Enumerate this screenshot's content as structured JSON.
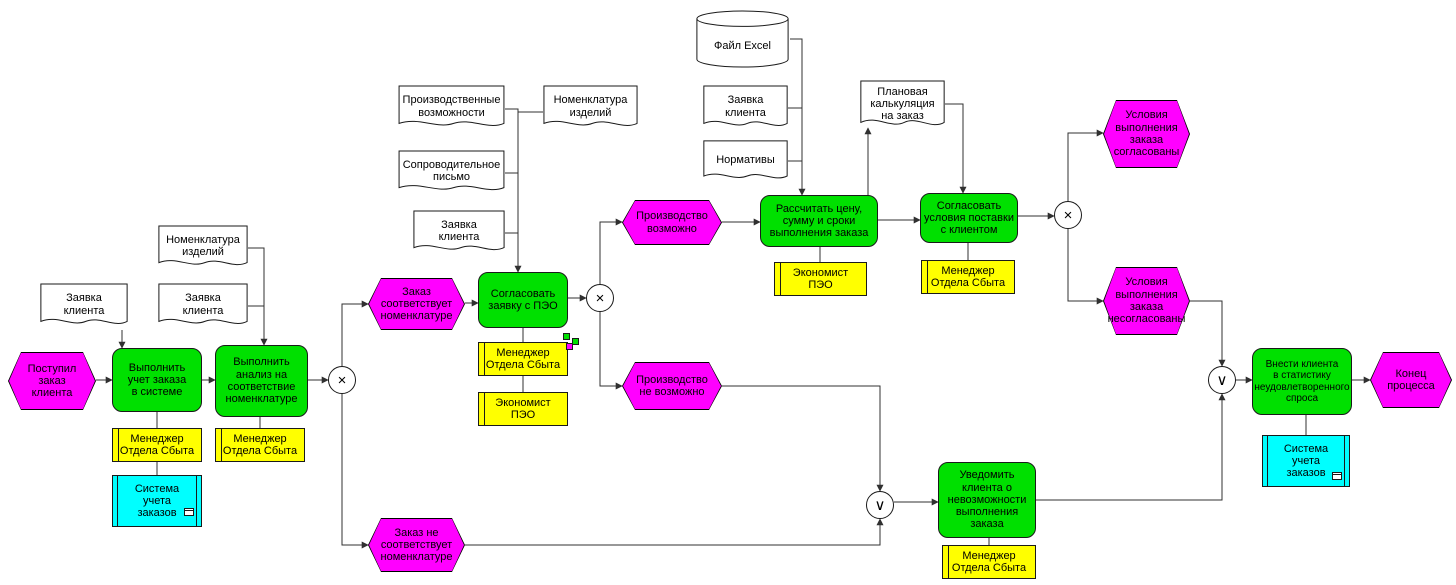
{
  "events": {
    "order_received": "Поступил\nзаказ\nклиента",
    "order_matches": "Заказ\nсоответствует\nноменклатуре",
    "order_not_matches": "Заказ не\nсоответствует\nноменклатуре",
    "production_possible": "Производство\nвозможно",
    "production_impossible": "Производство\nне возможно",
    "terms_agreed": "Условия\nвыполнения\nзаказа\nсогласованы",
    "terms_not_agreed": "Условия\nвыполнения\nзаказа\nнесогласованы",
    "process_end": "Конец\nпроцесса"
  },
  "functions": {
    "register_order": "Выполнить\nучет заказа\nв системе",
    "analyze_match": "Выполнить\nанализ на\nсоответствие\nноменклатуре",
    "approve_with_peo": "Согласовать\nзаявку с ПЭО",
    "calc_price": "Рассчитать цену,\nсумму и сроки\nвыполнения заказа",
    "agree_terms": "Согласовать\nусловия поставки\nс клиентом",
    "notify_client": "Уведомить\nклиента о\nневозможности\nвыполнения\nзаказа",
    "add_to_stats": "Внести клиента\nв статистику\nнеудовлетворенного\nспроса"
  },
  "org_units": {
    "sales_manager": "Менеджер\nОтдела Сбыта",
    "peo_economist": "Экономист\nПЭО"
  },
  "systems": {
    "order_accounting": "Система\nучета\nзаказов"
  },
  "documents": {
    "client_request": "Заявка\nклиента",
    "product_nomenclature": "Номенклатура\nизделий",
    "production_capabilities": "Производственные\nвозможности",
    "cover_letter": "Сопроводительное\nписьмо",
    "standards": "Нормативы",
    "planned_calculation": "Плановая\nкалькуляция\nна заказ"
  },
  "databases": {
    "excel_file": "Файл Excel"
  },
  "gateways": {
    "xor": "×",
    "or": "∨"
  },
  "colors": {
    "event": "#FF00FF",
    "function": "#00E000",
    "org_unit": "#FFFF00",
    "system": "#00FFFF",
    "document": "#FFFFFF",
    "connector": "#303030"
  }
}
